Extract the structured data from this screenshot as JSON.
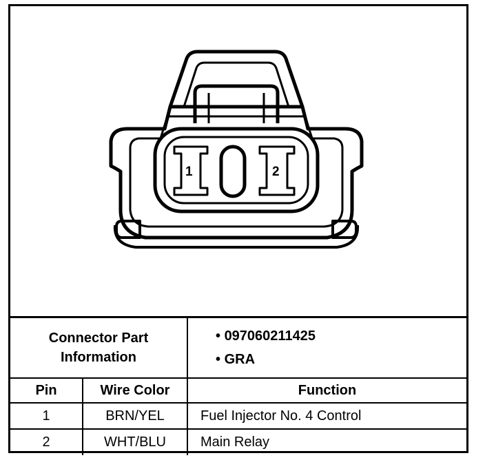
{
  "connector": {
    "pins": [
      {
        "number": "1"
      },
      {
        "number": "2"
      }
    ]
  },
  "info": {
    "part_label_line1": "Connector Part",
    "part_label_line2": "Information",
    "part_values": [
      "097060211425",
      "GRA"
    ]
  },
  "table": {
    "headers": {
      "pin": "Pin",
      "wire_color": "Wire Color",
      "function": "Function"
    },
    "rows": [
      {
        "pin": "1",
        "wire_color": "BRN/YEL",
        "function": "Fuel Injector No. 4 Control"
      },
      {
        "pin": "2",
        "wire_color": "WHT/BLU",
        "function": "Main Relay"
      }
    ]
  }
}
